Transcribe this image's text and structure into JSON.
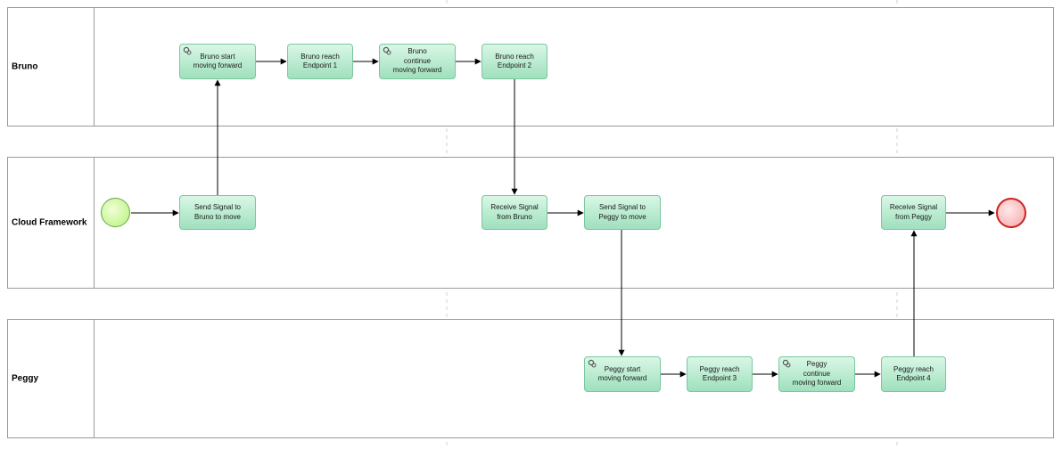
{
  "diagram": {
    "lanes": [
      {
        "id": "bruno",
        "label": "Bruno"
      },
      {
        "id": "cloud",
        "label": "Cloud Framework"
      },
      {
        "id": "peggy",
        "label": "Peggy"
      }
    ],
    "tasks": [
      {
        "id": "t1",
        "label": "Bruno start\nmoving forward",
        "icon": "gear-icon"
      },
      {
        "id": "t2",
        "label": "Bruno reach\nEndpoint 1",
        "icon": ""
      },
      {
        "id": "t3",
        "label": "Bruno\ncontinue\nmoving forward",
        "icon": "gear-icon"
      },
      {
        "id": "t4",
        "label": "Bruno reach\nEndpoint 2",
        "icon": ""
      },
      {
        "id": "c1",
        "label": "Send Signal to\nBruno to move",
        "icon": ""
      },
      {
        "id": "c2",
        "label": "Receive Signal\nfrom Bruno",
        "icon": ""
      },
      {
        "id": "c3",
        "label": "Send Signal to\nPeggy to move",
        "icon": ""
      },
      {
        "id": "c4",
        "label": "Receive Signal\nfrom Peggy",
        "icon": ""
      },
      {
        "id": "p1",
        "label": "Peggy start\nmoving forward",
        "icon": "gear-icon"
      },
      {
        "id": "p2",
        "label": "Peggy reach\nEndpoint 3",
        "icon": ""
      },
      {
        "id": "p3",
        "label": "Peggy\ncontinue\nmoving forward",
        "icon": "gear-icon"
      },
      {
        "id": "p4",
        "label": "Peggy reach\nEndpoint 4",
        "icon": ""
      }
    ],
    "events": [
      {
        "id": "start",
        "type": "start"
      },
      {
        "id": "end",
        "type": "end"
      }
    ],
    "flows": [
      [
        "start",
        "c1"
      ],
      [
        "c1",
        "t1"
      ],
      [
        "t1",
        "t2"
      ],
      [
        "t2",
        "t3"
      ],
      [
        "t3",
        "t4"
      ],
      [
        "t4",
        "c2"
      ],
      [
        "c2",
        "c3"
      ],
      [
        "c3",
        "p1"
      ],
      [
        "p1",
        "p2"
      ],
      [
        "p2",
        "p3"
      ],
      [
        "p3",
        "p4"
      ],
      [
        "p4",
        "c4"
      ],
      [
        "c4",
        "end"
      ]
    ],
    "colors": {
      "task_fill_top": "#d9f7e6",
      "task_fill_bottom": "#9fe0bd",
      "task_border": "#7cc79e",
      "start_event": "#b6f07a",
      "end_event_border": "#cc2222",
      "lane_border": "#9a9a9a"
    }
  }
}
